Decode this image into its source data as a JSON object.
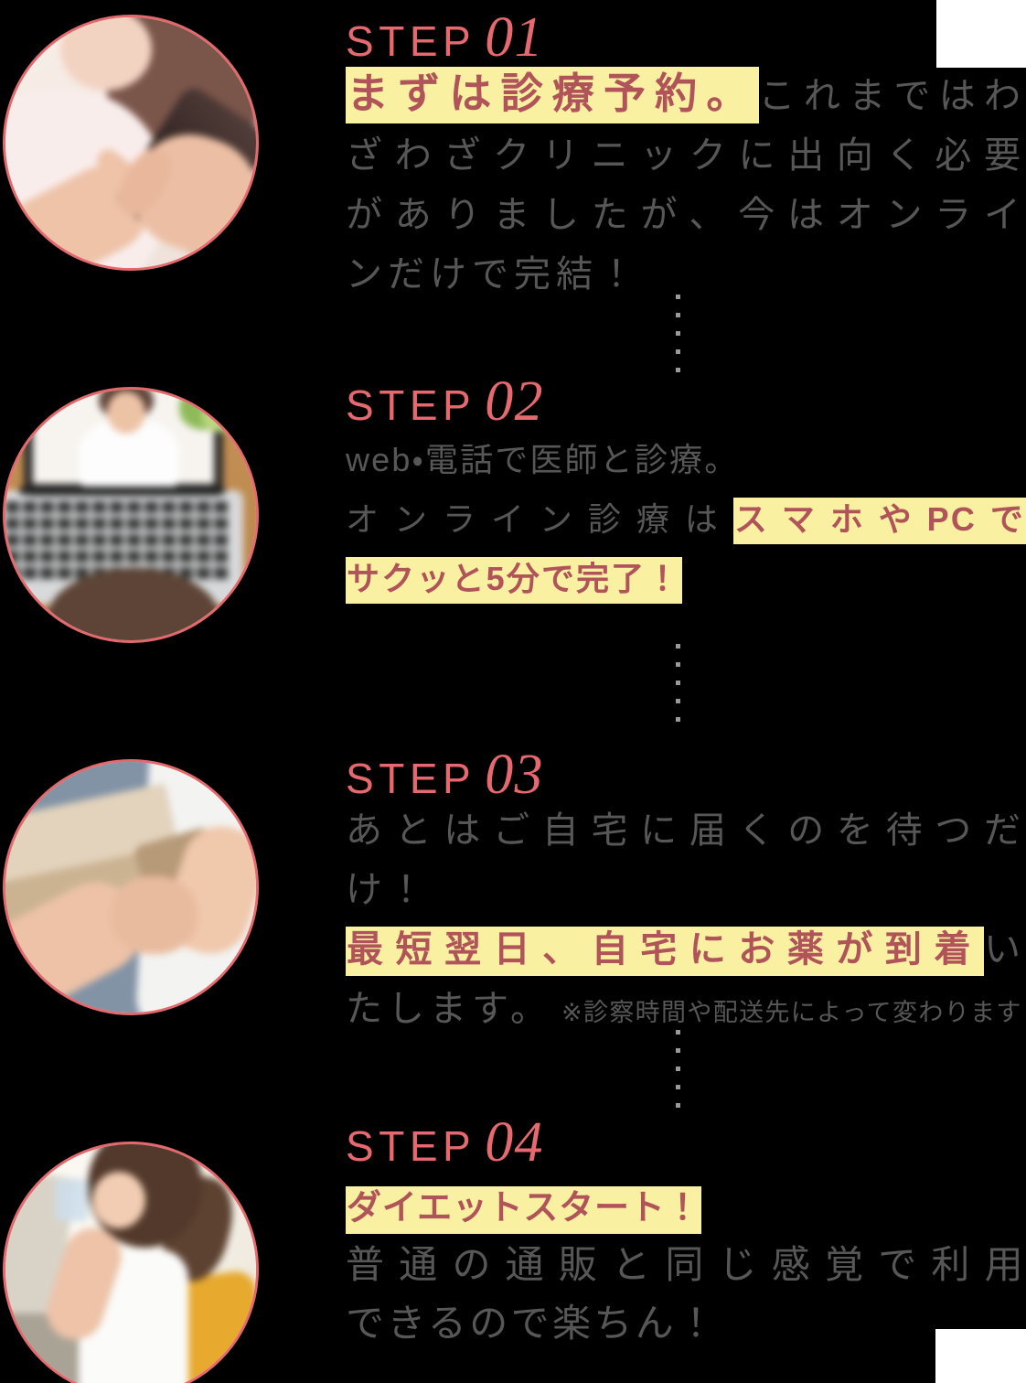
{
  "page": {
    "description": "オンライン診療の流れ 4ステップ",
    "colors": {
      "background": "#000000",
      "accent_pink": "#e5696e",
      "circle_border": "#e4696d",
      "emphasis_red": "#b0545a",
      "highlight_yellow": "#f9f0a2",
      "body_gray": "#575757",
      "dot_gray": "#9a9a9a",
      "corner_white": "#ffffff"
    }
  },
  "steps": [
    {
      "step_label": "STEP",
      "step_number": "01",
      "photo_alt": "スマートフォンを操作する女性の写真",
      "lines": [
        {
          "runs": [
            {
              "t": "まずは診療予約。",
              "style": "em"
            },
            {
              "t": "これまではわ",
              "style": "plain"
            }
          ]
        },
        {
          "runs": [
            {
              "t": "ざわざクリニックに出向く必要",
              "style": "plain"
            }
          ]
        },
        {
          "runs": [
            {
              "t": "がありましたが、今はオンライ",
              "style": "plain"
            }
          ]
        },
        {
          "runs": [
            {
              "t": "ンだけで完結！",
              "style": "plain"
            }
          ]
        }
      ]
    },
    {
      "step_label": "STEP",
      "step_number": "02",
      "photo_alt": "ノートパソコンで医師とオンライン診療をする写真",
      "lines": [
        {
          "runs": [
            {
              "t": "web・電話で医師と診療。",
              "style": "plain"
            }
          ]
        },
        {
          "runs": [
            {
              "t": "オンライン診療は",
              "style": "plain"
            },
            {
              "t": "スマホやPCで",
              "style": "em"
            }
          ]
        },
        {
          "runs": [
            {
              "t": "サクッと5分で完了！",
              "style": "em"
            }
          ]
        }
      ]
    },
    {
      "step_label": "STEP",
      "step_number": "03",
      "photo_alt": "宅配の段ボール箱を手渡しで受け取る写真",
      "lines": [
        {
          "runs": [
            {
              "t": "あとはご自宅に届くのを待つだ",
              "style": "plain"
            }
          ]
        },
        {
          "runs": [
            {
              "t": "け！",
              "style": "plain"
            }
          ]
        },
        {
          "runs": [
            {
              "t": "最短翌日、自宅にお薬が到着",
              "style": "em"
            },
            {
              "t": "い",
              "style": "plain"
            }
          ]
        },
        {
          "runs": [
            {
              "t": "たします。",
              "style": "plain"
            },
            {
              "t": "※診察時間や配送先によって変わります",
              "style": "note"
            }
          ]
        }
      ]
    },
    {
      "step_label": "STEP",
      "step_number": "04",
      "photo_alt": "グラスの水を飲む女性の写真",
      "lines": [
        {
          "runs": [
            {
              "t": "ダイエットスタート！",
              "style": "em"
            }
          ]
        },
        {
          "runs": [
            {
              "t": "普通の通販と同じ感覚で利用",
              "style": "plain"
            }
          ]
        },
        {
          "runs": [
            {
              "t": "できるので楽ちん！",
              "style": "plain"
            }
          ]
        }
      ]
    }
  ]
}
